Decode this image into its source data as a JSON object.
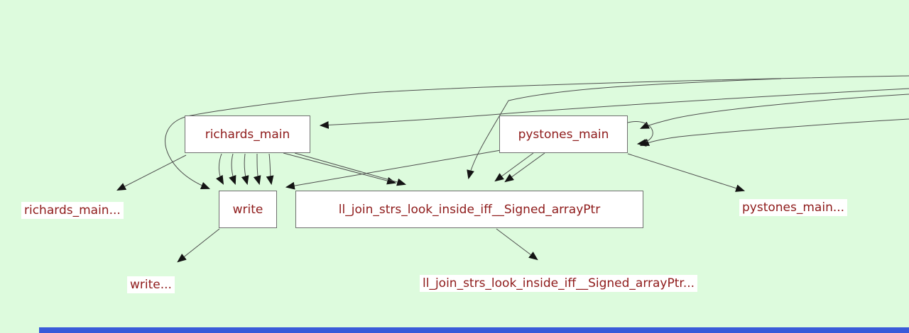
{
  "diagram": {
    "type": "call-graph",
    "background_color": "#ddfbdd",
    "node_fill": "#ffffff",
    "node_border_color": "#6e6e6e",
    "node_text_color": "#8e1a1a",
    "edge_color": "#4d4d4d",
    "arrowhead_color": "#141414",
    "nodes": [
      {
        "id": "richards_main",
        "label": "richards_main"
      },
      {
        "id": "pystones_main",
        "label": "pystones_main"
      },
      {
        "id": "write",
        "label": "write"
      },
      {
        "id": "ll_join",
        "label": "ll_join_strs_look_inside_iff__Signed_arrayPtr"
      }
    ],
    "external_labels": [
      {
        "id": "richards_main_more",
        "text": "richards_main..."
      },
      {
        "id": "write_more",
        "text": "write..."
      },
      {
        "id": "ll_join_more",
        "text": "ll_join_strs_look_inside_iff__Signed_arrayPtr..."
      },
      {
        "id": "pystones_main_more",
        "text": "pystones_main..."
      }
    ],
    "edges_summary": [
      "offscreen-right -> write (long arc around richards_main)",
      "offscreen-right -> richards_main",
      "offscreen-right -> pystones_main (two edges, right side)",
      "pystones_main -> pystones_main (self loop)",
      "richards_main -> write (five parallel edges)",
      "richards_main -> ll_join_strs_look_inside_iff__Signed_arrayPtr (two edges)",
      "richards_main -> richards_main...",
      "pystones_main -> ll_join_strs_look_inside_iff__Signed_arrayPtr (two edges)",
      "pystones_main -> write",
      "offscreen-right -> ll_join_strs_look_inside_iff__Signed_arrayPtr",
      "pystones_main -> pystones_main...",
      "write -> write...",
      "ll_join_strs_look_inside_iff__Signed_arrayPtr -> ll_join_strs_look_inside_iff__Signed_arrayPtr..."
    ],
    "scrollbar": {
      "color": "#3a5bd9"
    }
  }
}
